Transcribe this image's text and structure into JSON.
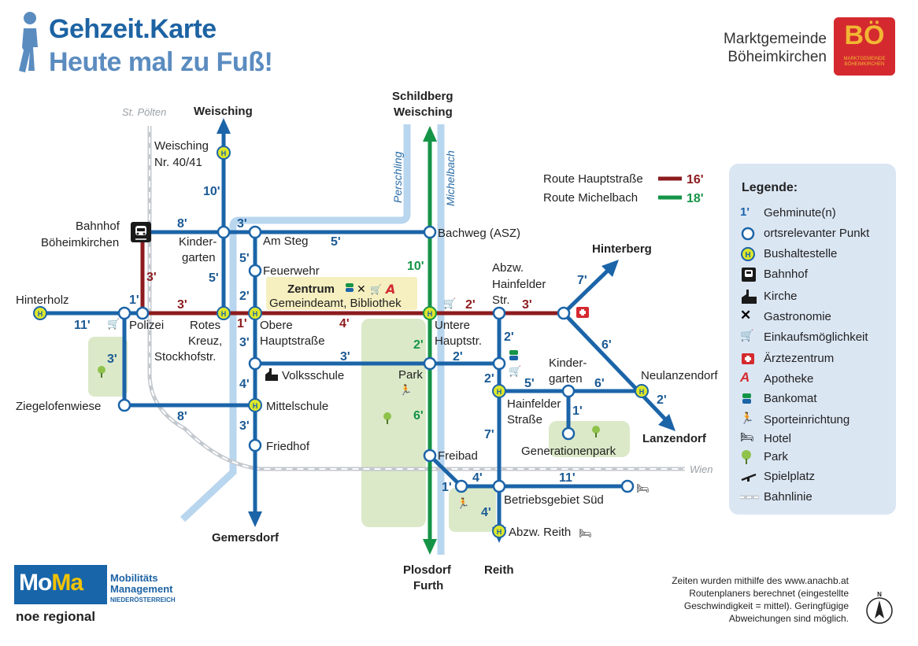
{
  "header": {
    "title": "Gehzeit.Karte",
    "subtitle": "Heute mal zu Fuß!",
    "municipality_line1": "Marktgemeinde",
    "municipality_line2": "Böheimkirchen",
    "logo_text": "BÖ",
    "logo_sub1": "MARKTGEMEINDE",
    "logo_sub2": "BÖHEIMKIRCHEN"
  },
  "routes": {
    "hauptstrasse_label": "Route Hauptstraße",
    "hauptstrasse_time": "16'",
    "michelbach_label": "Route Michelbach",
    "michelbach_time": "18'",
    "colors": {
      "blue": "#1b64a8",
      "red": "#8c1c1f",
      "green": "#159447",
      "park": "#dbe9c8",
      "water": "#b9d6ef",
      "rail": "#c4c9cf"
    }
  },
  "places": {
    "st_poelten": "St. Pölten",
    "weisching_top": "Weisching",
    "weisching_nr_1": "Weisching",
    "weisching_nr_2": "Nr. 40/41",
    "schildberg": "Schildberg",
    "weisching2": "Weisching",
    "perschling": "Perschling",
    "michelbach": "Michelbach",
    "bahnhof_1": "Bahnhof",
    "bahnhof_2": "Böheimkirchen",
    "kindergarten_1": "Kinder-",
    "kindergarten_2": "garten",
    "am_steg": "Am Steg",
    "bachweg": "Bachweg (ASZ)",
    "feuerwehr": "Feuerwehr",
    "zentrum": "Zentrum",
    "gemeindeamt": "Gemeindeamt, Bibliothek",
    "hinterholz": "Hinterholz",
    "polizei": "Polizei",
    "rotes_1": "Rotes",
    "rotes_2": "Kreuz,",
    "rotes_3": "Stockhofstr.",
    "obere_1": "Obere",
    "obere_2": "Hauptstraße",
    "untere_1": "Untere",
    "untere_2": "Hauptstr.",
    "abzw_1": "Abzw.",
    "abzw_2": "Hainfelder",
    "abzw_3": "Str.",
    "hinterberg": "Hinterberg",
    "volksschule": "Volksschule",
    "park": "Park",
    "kiga2_1": "Kinder-",
    "kiga2_2": "garten",
    "neulanzendorf": "Neulanzendorf",
    "ziegelofenwiese": "Ziegelofenwiese",
    "mittelschule": "Mittelschule",
    "hainfelder_1": "Hainfelder",
    "hainfelder_2": "Straße",
    "lanzendorf": "Lanzendorf",
    "friedhof": "Friedhof",
    "generationenpark": "Generationenpark",
    "freibad": "Freibad",
    "wien": "Wien",
    "betriebsgebiet": "Betriebsgebiet Süd",
    "abzw_reith": "Abzw. Reith",
    "gemersdorf": "Gemersdorf",
    "plosdorf": "Plosdorf",
    "furth": "Furth",
    "reith": "Reith"
  },
  "times": {
    "t_weisching_10": "10'",
    "t_bahnhof_8": "8'",
    "t_kiga_3": "3'",
    "t_steg_5": "5'",
    "t_red_3v": "3'",
    "t_kiga_5": "5'",
    "t_feuer_5": "5'",
    "t_green_10": "10'",
    "t_obere_2": "2'",
    "t_red_3h": "3'",
    "t_red_1a": "1'",
    "t_red_1b": "1'",
    "t_red_4": "4'",
    "t_red_2": "2'",
    "t_red_3c": "3'",
    "t_hinterberg_7": "7'",
    "t_hinterholz_11": "11'",
    "t_obere_3": "3'",
    "t_volks_3": "3'",
    "t_green_2": "2'",
    "t_park_2": "2'",
    "t_hain_2a": "2'",
    "t_hain_2b": "2'",
    "t_neul_6": "6'",
    "t_ziegel_3": "3'",
    "t_volks_4": "4'",
    "t_kiga2_5": "5'",
    "t_kiga2_6": "6'",
    "t_lanz_2": "2'",
    "t_ziegel_8": "8'",
    "t_mittel_3": "3'",
    "t_green_6": "6'",
    "t_gen_1": "1'",
    "t_hain_7": "7'",
    "t_freibad_1": "1'",
    "t_freibad_4": "4'",
    "t_bgs_11": "11'",
    "t_reith_4": "4'"
  },
  "legend": {
    "title": "Legende:",
    "items": [
      {
        "icon": "minute-icon",
        "label": "Gehminute(n)"
      },
      {
        "icon": "point-icon",
        "label": "ortsrelevanter Punkt"
      },
      {
        "icon": "bus-stop-icon",
        "label": "Bushaltestelle"
      },
      {
        "icon": "train-icon",
        "label": "Bahnhof"
      },
      {
        "icon": "church-icon",
        "label": "Kirche"
      },
      {
        "icon": "restaurant-icon",
        "label": "Gastronomie"
      },
      {
        "icon": "cart-icon",
        "label": "Einkaufsmöglichkeit"
      },
      {
        "icon": "medical-icon",
        "label": "Ärztezentrum"
      },
      {
        "icon": "pharmacy-icon",
        "label": "Apotheke"
      },
      {
        "icon": "atm-icon",
        "label": "Bankomat"
      },
      {
        "icon": "sport-icon",
        "label": "Sporteinrichtung"
      },
      {
        "icon": "hotel-icon",
        "label": "Hotel"
      },
      {
        "icon": "park-icon",
        "label": "Park"
      },
      {
        "icon": "playground-icon",
        "label": "Spielplatz"
      },
      {
        "icon": "railway-icon",
        "label": "Bahnlinie"
      }
    ],
    "minute_symbol": "1'",
    "bus_letter": "H"
  },
  "footer": {
    "moma_mo": "Mo",
    "moma_ma": "Ma",
    "moma_line1": "Mobilitäts",
    "moma_line2": "Management",
    "moma_sub": "NIEDERÖSTERREICH",
    "noe": "noe regional",
    "note_line1": "Zeiten wurden mithilfe des www.anachb.at",
    "note_line2": "Routenplaners berechnet (eingestellte",
    "note_line3": "Geschwindigkeit = mittel). Geringfügige",
    "note_line4": "Abweichungen sind möglich.",
    "compass_n": "N"
  }
}
